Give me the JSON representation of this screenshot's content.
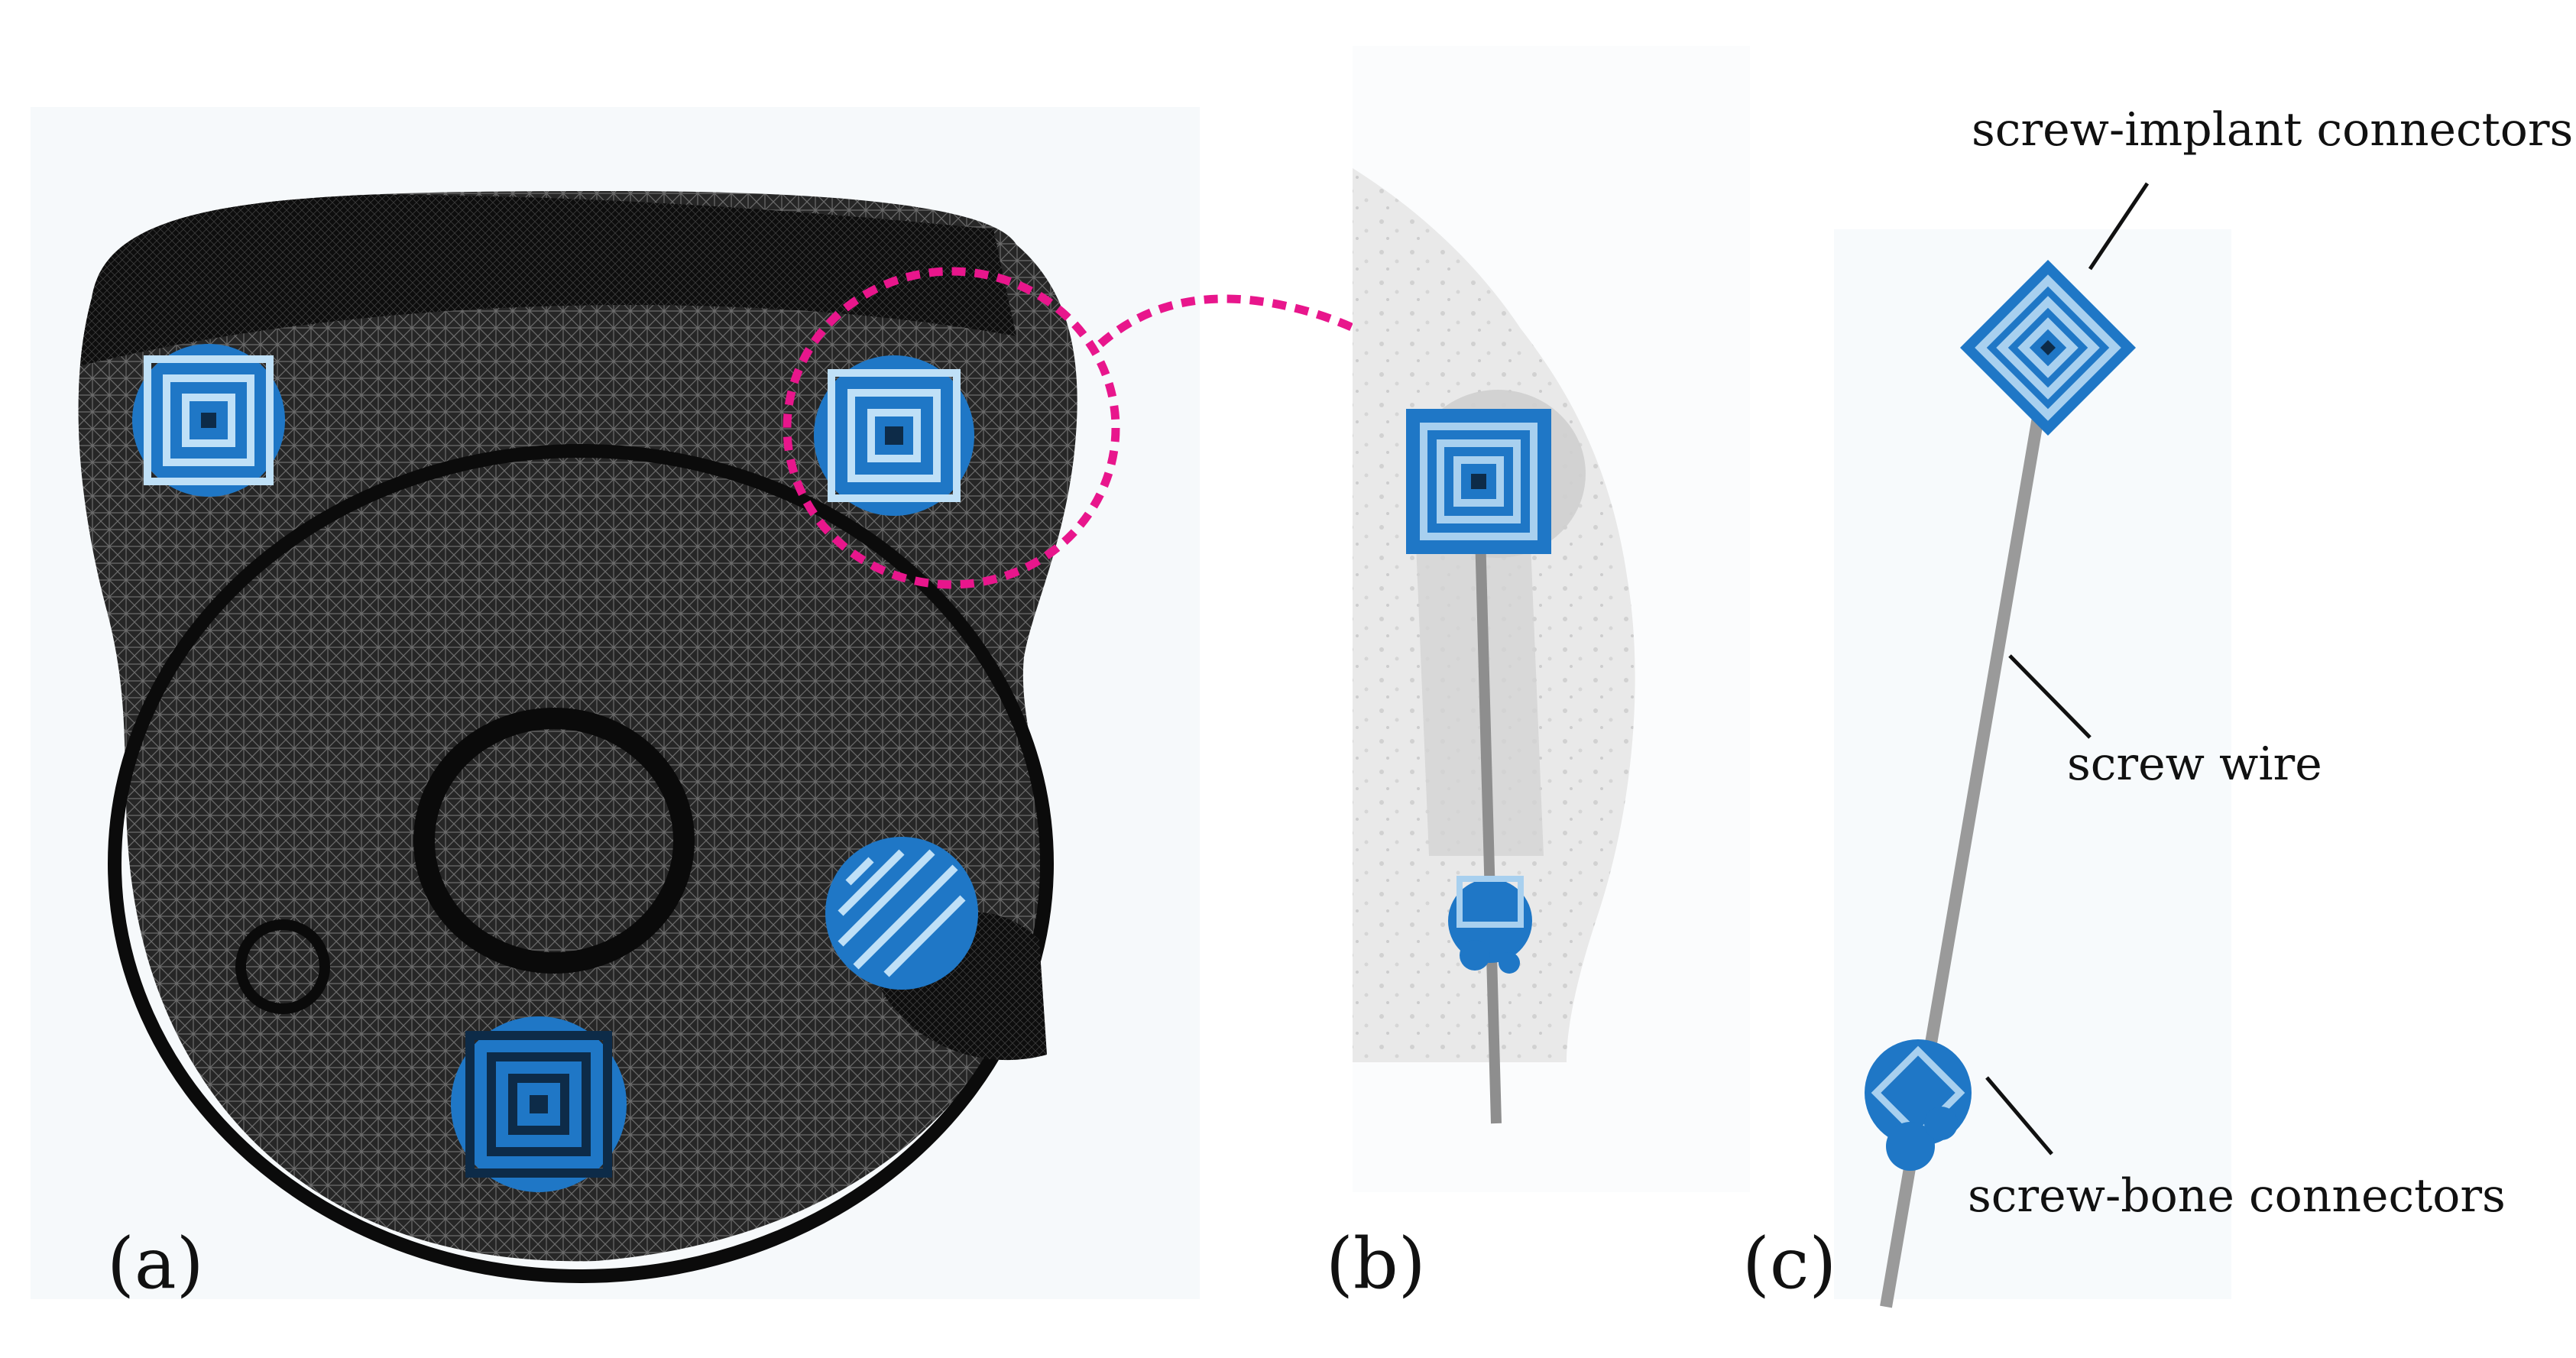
{
  "panels": {
    "a": {
      "label": "(a)"
    },
    "b": {
      "label": "(b)"
    },
    "c": {
      "label": "(c)"
    }
  },
  "annotations": {
    "screw_implant_connectors": "screw-implant connectors",
    "screw_wire": "screw wire",
    "screw_bone_connectors": "screw-bone connectors"
  },
  "colors": {
    "mesh_dark": "#1a1a1a",
    "mesh_light": "#6e6e6e",
    "connector_blue": "#1f77c6",
    "highlight_magenta": "#e8168c",
    "wire_gray": "#9a9a9a",
    "bone_translucent": "#d9d9d9"
  }
}
